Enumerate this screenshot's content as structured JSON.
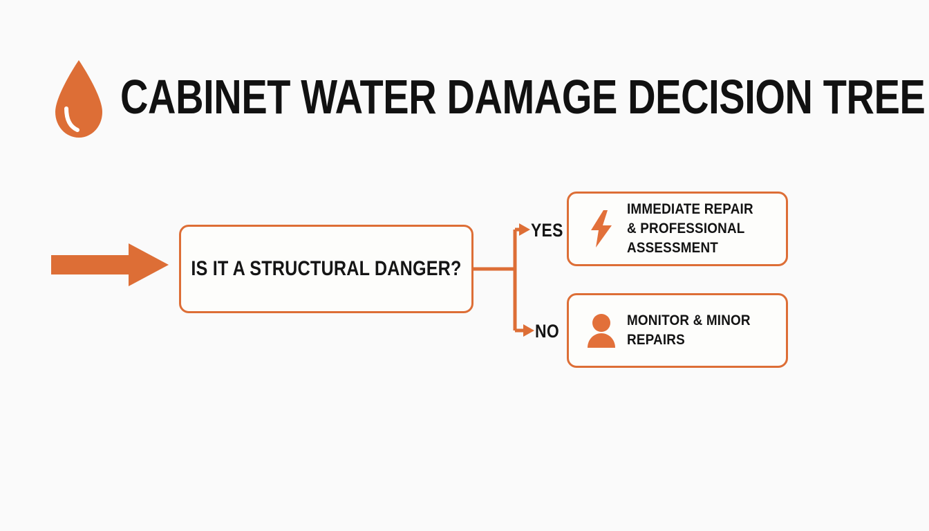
{
  "header": {
    "title": "CABINET WATER DAMAGE DECISION TREE",
    "icon": "water-drop-icon"
  },
  "colors": {
    "accent": "#DD6E36",
    "accent_dark": "#D9682F",
    "text": "#131313",
    "background": "#FAFAFA",
    "box_fill": "#FDFDFB"
  },
  "diagram": {
    "type": "decision-tree",
    "entry": {
      "icon": "right-arrow-icon"
    },
    "decision": {
      "label": "IS IT A STRUCTURAL DANGER?"
    },
    "branches": [
      {
        "label": "YES",
        "outcome": {
          "icon": "lightning-bolt-icon",
          "lines": [
            "IMMEDIATE REPAIR",
            "& PROFESSIONAL",
            "ASSESSMENT"
          ]
        }
      },
      {
        "label": "NO",
        "outcome": {
          "icon": "person-icon",
          "lines": [
            "MONITOR & MINOR",
            "REPAIRS"
          ]
        }
      }
    ]
  }
}
